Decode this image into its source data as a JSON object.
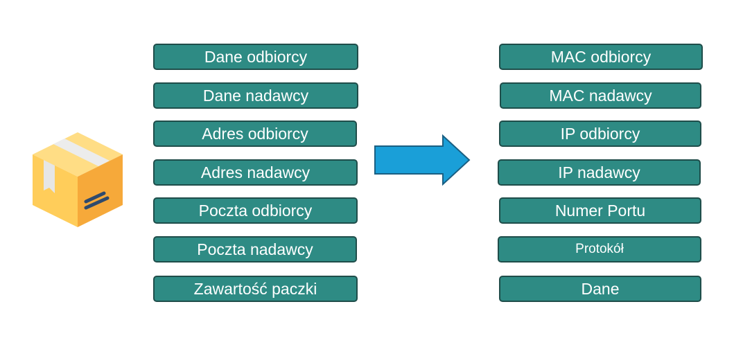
{
  "left_column": {
    "items": [
      {
        "label": "Dane odbiorcy"
      },
      {
        "label": "Dane nadawcy"
      },
      {
        "label": "Adres odbiorcy"
      },
      {
        "label": "Adres nadawcy"
      },
      {
        "label": "Poczta odbiorcy"
      },
      {
        "label": "Poczta nadawcy"
      },
      {
        "label": "Zawartość paczki"
      }
    ]
  },
  "right_column": {
    "items": [
      {
        "label": "MAC odbiorcy"
      },
      {
        "label": "MAC nadawcy"
      },
      {
        "label": "IP odbiorcy"
      },
      {
        "label": "IP nadawcy"
      },
      {
        "label": "Numer Portu"
      },
      {
        "label": "Protokół"
      },
      {
        "label": "Dane"
      }
    ]
  },
  "icons": {
    "package": "package-box-icon",
    "arrow": "right-arrow-icon"
  },
  "colors": {
    "box_fill": "#2e8b84",
    "box_border": "#1f4d4a",
    "box_text": "#ffffff",
    "arrow_fill": "#1a9fd8",
    "arrow_border": "#1a5f82",
    "package_front": "#ffcd5a",
    "package_side": "#f6a93a",
    "package_top": "#ffdd85",
    "package_tape": "#e9e9e9"
  }
}
